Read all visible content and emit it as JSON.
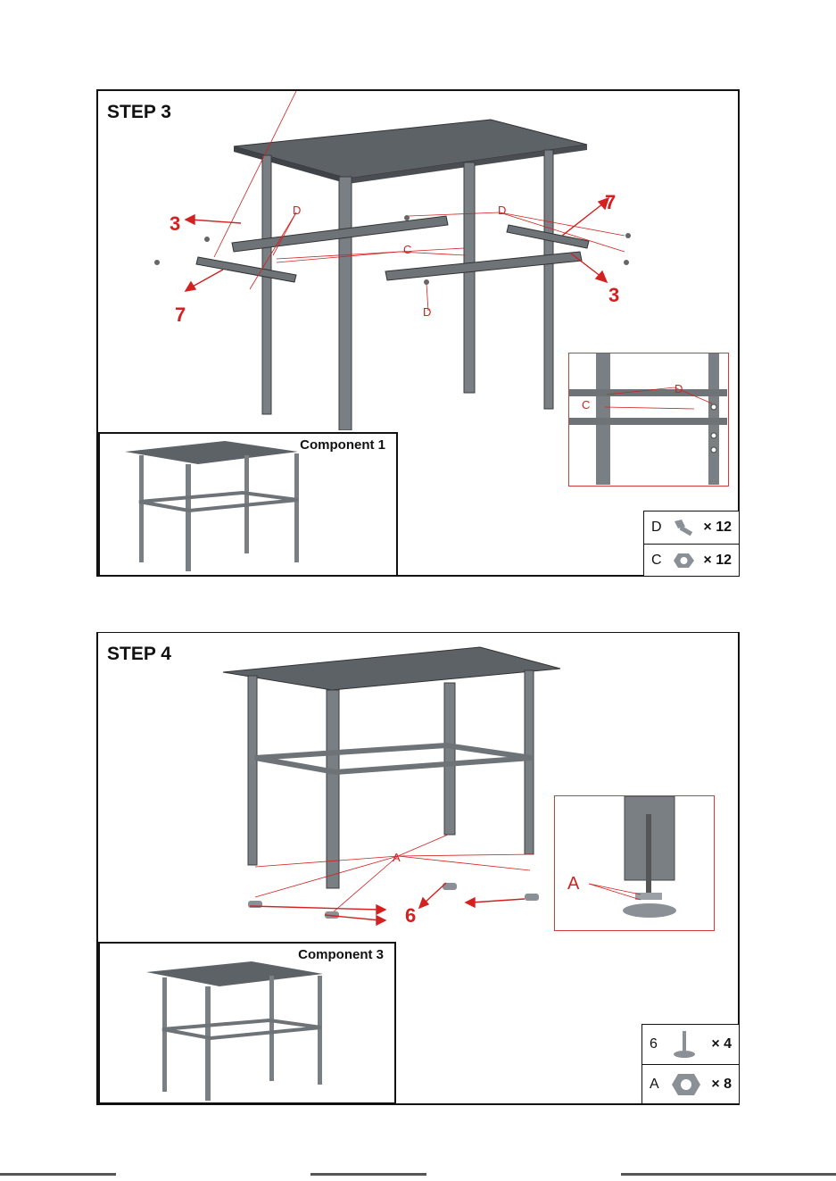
{
  "step3": {
    "title": "STEP 3",
    "component_label": "Component 1",
    "callouts": {
      "left_top": "3",
      "left_bottom": "7",
      "right_top": "7",
      "right_bottom": "3"
    },
    "labels": {
      "D": "D",
      "C": "C"
    },
    "detail_labels": {
      "D": "D",
      "C": "C"
    },
    "legend": [
      {
        "key": "D",
        "icon": "bolt-icon",
        "qty": "× 12"
      },
      {
        "key": "C",
        "icon": "nut-icon",
        "qty": "× 12"
      }
    ]
  },
  "step4": {
    "title": "STEP 4",
    "component_label": "Component 3",
    "callouts": {
      "feet": "6"
    },
    "labels": {
      "A": "A"
    },
    "detail_labels": {
      "A": "A"
    },
    "legend": [
      {
        "key": "6",
        "icon": "leveling-foot-icon",
        "qty": "× 4"
      },
      {
        "key": "A",
        "icon": "nut-icon",
        "qty": "× 8"
      }
    ]
  },
  "colors": {
    "frame": "#6e7378",
    "frame_dark": "#4a4e52",
    "accent": "#d32020"
  }
}
